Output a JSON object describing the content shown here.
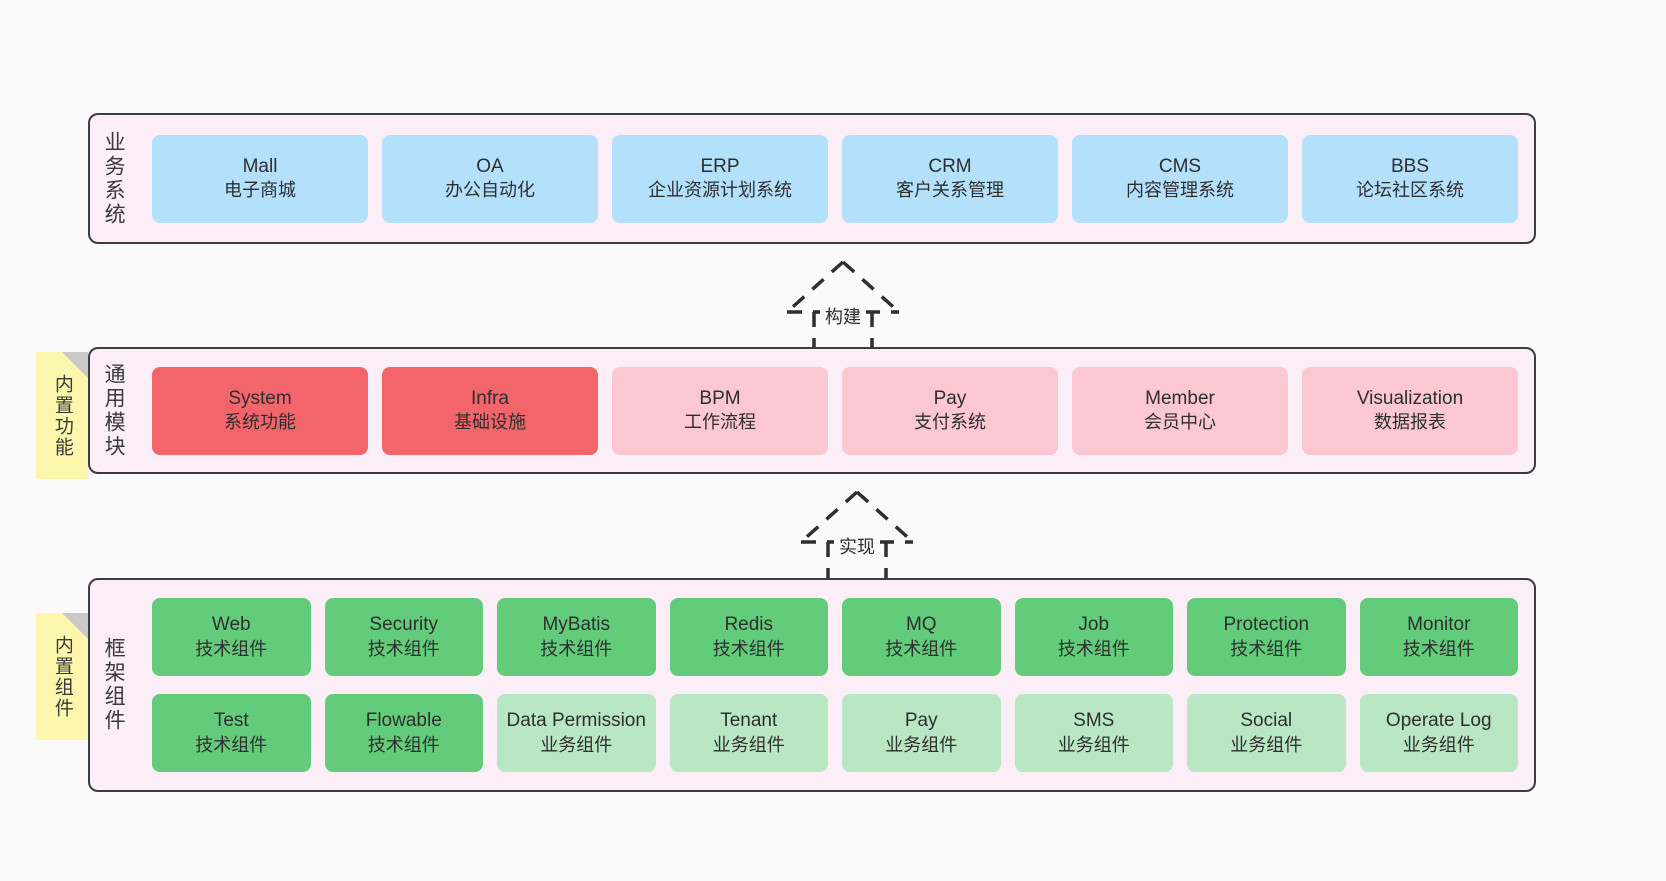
{
  "layers": [
    {
      "id": "business-systems",
      "label": "业务系统",
      "rows": [
        {
          "cards": [
            {
              "title": "Mall",
              "sub": "电子商城",
              "style": "c-blue"
            },
            {
              "title": "OA",
              "sub": "办公自动化",
              "style": "c-blue"
            },
            {
              "title": "ERP",
              "sub": "企业资源计划系统",
              "style": "c-blue"
            },
            {
              "title": "CRM",
              "sub": "客户关系管理",
              "style": "c-blue"
            },
            {
              "title": "CMS",
              "sub": "内容管理系统",
              "style": "c-blue"
            },
            {
              "title": "BBS",
              "sub": "论坛社区系统",
              "style": "c-blue"
            }
          ]
        }
      ]
    },
    {
      "id": "common-modules",
      "label": "通用模块",
      "note": "内置功能",
      "rows": [
        {
          "cards": [
            {
              "title": "System",
              "sub": "系统功能",
              "style": "c-red"
            },
            {
              "title": "Infra",
              "sub": "基础设施",
              "style": "c-red"
            },
            {
              "title": "BPM",
              "sub": "工作流程",
              "style": "c-pink"
            },
            {
              "title": "Pay",
              "sub": "支付系统",
              "style": "c-pink"
            },
            {
              "title": "Member",
              "sub": "会员中心",
              "style": "c-pink"
            },
            {
              "title": "Visualization",
              "sub": "数据报表",
              "style": "c-pink"
            }
          ]
        }
      ]
    },
    {
      "id": "framework-components",
      "label": "框架组件",
      "note": "内置组件",
      "rows": [
        {
          "cards": [
            {
              "title": "Web",
              "sub": "技术组件",
              "style": "c-green-dark"
            },
            {
              "title": "Security",
              "sub": "技术组件",
              "style": "c-green-dark"
            },
            {
              "title": "MyBatis",
              "sub": "技术组件",
              "style": "c-green-dark"
            },
            {
              "title": "Redis",
              "sub": "技术组件",
              "style": "c-green-dark"
            },
            {
              "title": "MQ",
              "sub": "技术组件",
              "style": "c-green-dark"
            },
            {
              "title": "Job",
              "sub": "技术组件",
              "style": "c-green-dark"
            },
            {
              "title": "Protection",
              "sub": "技术组件",
              "style": "c-green-dark"
            },
            {
              "title": "Monitor",
              "sub": "技术组件",
              "style": "c-green-dark"
            }
          ]
        },
        {
          "cards": [
            {
              "title": "Test",
              "sub": "技术组件",
              "style": "c-green-dark"
            },
            {
              "title": "Flowable",
              "sub": "技术组件",
              "style": "c-green-dark"
            },
            {
              "title": "Data Permission",
              "sub": "业务组件",
              "style": "c-green-light"
            },
            {
              "title": "Tenant",
              "sub": "业务组件",
              "style": "c-green-light"
            },
            {
              "title": "Pay",
              "sub": "业务组件",
              "style": "c-green-light"
            },
            {
              "title": "SMS",
              "sub": "业务组件",
              "style": "c-green-light"
            },
            {
              "title": "Social",
              "sub": "业务组件",
              "style": "c-green-light"
            },
            {
              "title": "Operate Log",
              "sub": "业务组件",
              "style": "c-green-light"
            }
          ]
        }
      ]
    }
  ],
  "connectors": [
    {
      "id": "build-arrow",
      "label": "构建"
    },
    {
      "id": "implement-arrow",
      "label": "实现"
    }
  ],
  "colors": {
    "canvas": "#fafafa",
    "layer_bg": "#fbeef6",
    "layer_border": "#3c3c42",
    "note_bg": "#fcf7ad",
    "note_fold": "#c9c9c9",
    "blue": "#b3e0fb",
    "red": "#f2656b",
    "pink": "#fbc8d2",
    "green_dark": "#63cc7b",
    "green_light": "#b9e6c3"
  }
}
